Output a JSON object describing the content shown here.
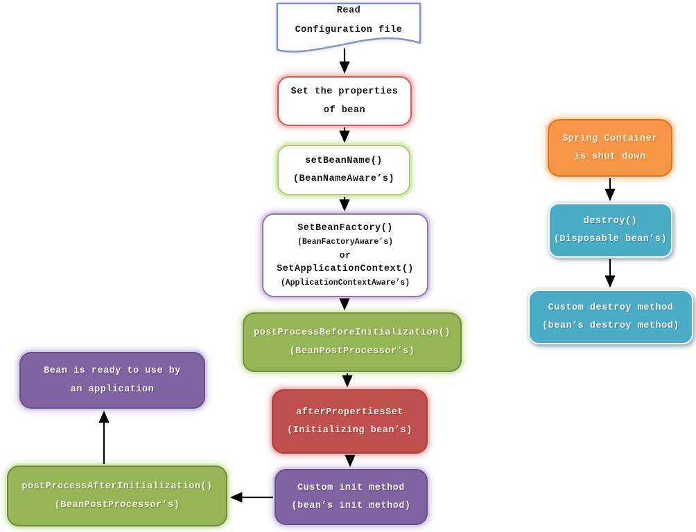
{
  "colors": {
    "green_fill": "#95b556",
    "green_border": "#6e8c3a",
    "green_glow": "#dcebc2",
    "red_fill": "#c0504d",
    "red_border": "#b0413e",
    "red_glow": "#f2c6c4",
    "purple_fill": "#8064a2",
    "purple_border": "#675089",
    "purple_glow": "#dacfe8",
    "orange_fill": "#f79646",
    "orange_border": "#d9771e",
    "orange_glow": "#fcd8b2",
    "teal_fill": "#4bacc6",
    "doc_border": "#8096c8",
    "doc_glow": "#d5cfec",
    "white_red_border": "#e0524e",
    "white_green_border": "#b3cf6d",
    "white_purple_border": "#8e76ad",
    "text_dark": "#161616",
    "text_light": "#f4efe6",
    "text_cream": "#f7f1da",
    "arrow": "#000000"
  },
  "nodes": {
    "read_config": {
      "lines": [
        "Read",
        "Configuration file"
      ]
    },
    "set_properties": {
      "lines": [
        "Set the properties",
        "of bean"
      ]
    },
    "set_bean_name": {
      "lines": [
        "setBeanName()",
        "(BeanNameAware’s)"
      ]
    },
    "set_bean_factory": {
      "lines": [
        "SetBeanFactory()",
        "(BeanFactoryAware’s)",
        "or",
        "SetApplicationContext()",
        "(ApplicationContextAware’s)"
      ]
    },
    "post_process_before": {
      "lines": [
        "postProcessBeforeInitialization()",
        "(BeanPostProcessor’s)"
      ]
    },
    "after_properties_set": {
      "lines": [
        "afterPropertiesSet",
        "(Initializing bean’s)"
      ]
    },
    "custom_init": {
      "lines": [
        "Custom init method",
        "(bean’s init method)"
      ]
    },
    "post_process_after": {
      "lines": [
        "postProcessAfterInitialization()",
        "(BeanPostProcessor’s)"
      ]
    },
    "bean_ready": {
      "lines": [
        "Bean is ready to use by",
        "an application"
      ]
    },
    "container_shutdown": {
      "lines": [
        "Spring Container",
        "is shut down"
      ]
    },
    "destroy": {
      "lines": [
        "destroy()",
        "(Disposable bean’s)"
      ]
    },
    "custom_destroy": {
      "lines": [
        "Custom destroy method",
        "(bean’s destroy method)"
      ]
    }
  }
}
